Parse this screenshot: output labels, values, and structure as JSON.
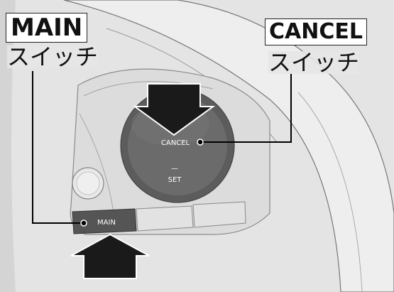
{
  "callouts": {
    "main": {
      "title": "MAIN",
      "subtitle": "スイッチ"
    },
    "cancel": {
      "title": "CANCEL",
      "subtitle": "スイッチ"
    }
  },
  "buttons": {
    "main_label": "MAIN",
    "cancel_label": "CANCEL",
    "set_label": "SET",
    "set_mark": "—"
  },
  "colors": {
    "background": "#e6e6e6",
    "wheel": "#dcdcdc",
    "control_disc": "#6b6b6b",
    "arrow": "#1a1a1a",
    "main_button": "#555555",
    "leader_line": "#000000"
  },
  "icons": {
    "press_arrow_cancel": "down-arrow-icon",
    "press_arrow_main": "up-arrow-icon",
    "leader_dot": "dot-icon"
  }
}
